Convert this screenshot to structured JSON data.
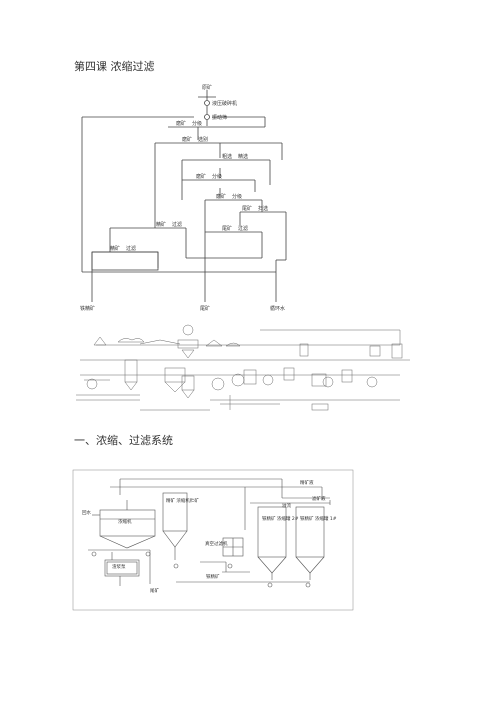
{
  "headings": {
    "lesson": "第四课  浓缩过滤",
    "section": "一、浓缩、过滤系统"
  },
  "flowsheet": {
    "top_label": "原矿",
    "crusher": "液压破碎机",
    "screen": "振动筛",
    "stage1": [
      "磨矿",
      "分级"
    ],
    "grind1": [
      "磨矿",
      "选别"
    ],
    "sep1": [
      "粗选",
      "精选"
    ],
    "stage2": [
      "磨矿",
      "分级"
    ],
    "stage3": [
      "磨矿",
      "分级"
    ],
    "sep2": [
      "尾矿",
      "扫选"
    ],
    "sep3": [
      "精矿",
      "过滤"
    ],
    "sep4": [
      "尾矿",
      "过滤"
    ],
    "outputs": [
      "铁精矿",
      "尾矿",
      "循环水"
    ]
  },
  "system": {
    "water_in": "回水",
    "thickener": "浓缩机",
    "tank": "精矿\n浓缩机贮矿",
    "filter": "真空过滤机",
    "pump": "渣浆泵",
    "tanks_label": "铁精矿",
    "tank2": "铁精矿\n浓缩罐\n2#",
    "tank1": "铁精矿\n浓缩罐\n1#",
    "tail": "尾矿",
    "conc_out": "铁精矿",
    "top_right": "精矿液",
    "top_right2": "滤矿液",
    "top_mid": "溢流"
  }
}
